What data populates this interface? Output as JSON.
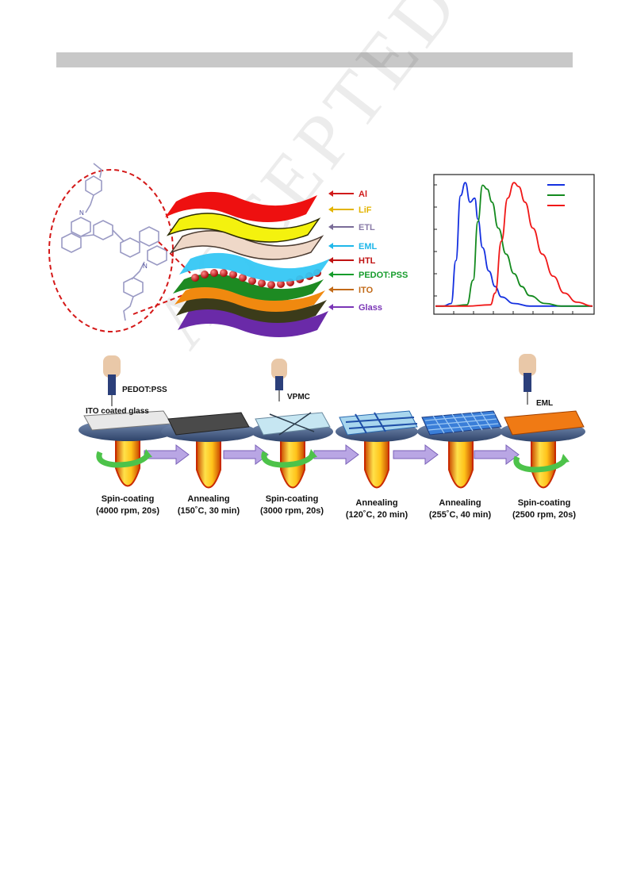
{
  "layers": [
    {
      "label": "Al",
      "color": "#e01e1e"
    },
    {
      "label": "LiF",
      "color": "#e3c400"
    },
    {
      "label": "ETL",
      "color": "#8a7ca8"
    },
    {
      "label": "EML",
      "color": "#1fb7ea"
    },
    {
      "label": "HTL",
      "color": "#c01313"
    },
    {
      "label": "PEDOT:PSS",
      "color": "#169c2c"
    },
    {
      "label": "ITO",
      "color": "#c26a18"
    },
    {
      "label": "Glass",
      "color": "#7a35b6"
    }
  ],
  "process": {
    "pipette_labels": {
      "pedot": "PEDOT:PSS",
      "substrate": "ITO coated glass",
      "vpmc": "VPMC",
      "eml": "EML"
    },
    "steps": [
      {
        "title": "Spin-coating",
        "condition": "(4000 rpm, 20s)"
      },
      {
        "title": "Annealing",
        "condition": "(150˚C, 30 min)"
      },
      {
        "title": "Spin-coating",
        "condition": "(3000 rpm, 20s)"
      },
      {
        "title": "Annealing",
        "condition": "(120˚C, 20 min)"
      },
      {
        "title": "Annealing",
        "condition": "(255˚C, 40 min)"
      },
      {
        "title": "Spin-coating",
        "condition": "(2500 rpm, 20s)"
      }
    ]
  },
  "watermark": "ACCEPTED MANUSCRIPT",
  "colors": {
    "blue": "#1430e0",
    "green": "#138a1e",
    "red": "#f01818",
    "purple_arrow": "#a98fd8"
  },
  "chart_data": {
    "type": "line",
    "title": "",
    "xlabel": "",
    "ylabel": "",
    "xlim": [
      0,
      1
    ],
    "ylim": [
      0,
      1.05
    ],
    "grid": false,
    "legend": "top-right",
    "series": [
      {
        "color": "#1430e0",
        "x": [
          0,
          0.05,
          0.1,
          0.13,
          0.16,
          0.19,
          0.22,
          0.25,
          0.27,
          0.3,
          0.34,
          0.38,
          0.42,
          0.5,
          0.6,
          0.7,
          0.8,
          0.9,
          1
        ],
        "y": [
          0.05,
          0.05,
          0.07,
          0.4,
          0.9,
          1.0,
          0.85,
          0.88,
          0.72,
          0.5,
          0.32,
          0.2,
          0.12,
          0.07,
          0.05,
          0.05,
          0.05,
          0.05,
          0.05
        ]
      },
      {
        "color": "#138a1e",
        "x": [
          0,
          0.1,
          0.2,
          0.24,
          0.27,
          0.3,
          0.33,
          0.36,
          0.4,
          0.45,
          0.5,
          0.55,
          0.6,
          0.7,
          0.8,
          0.9,
          1
        ],
        "y": [
          0.05,
          0.05,
          0.06,
          0.25,
          0.7,
          0.98,
          0.95,
          0.85,
          0.65,
          0.45,
          0.3,
          0.2,
          0.13,
          0.07,
          0.05,
          0.05,
          0.05
        ]
      },
      {
        "color": "#f01818",
        "x": [
          0,
          0.2,
          0.35,
          0.38,
          0.42,
          0.46,
          0.5,
          0.53,
          0.57,
          0.62,
          0.68,
          0.75,
          0.82,
          0.9,
          1
        ],
        "y": [
          0.05,
          0.05,
          0.06,
          0.15,
          0.55,
          0.88,
          1.0,
          0.97,
          0.85,
          0.65,
          0.45,
          0.28,
          0.15,
          0.08,
          0.05
        ]
      }
    ]
  }
}
